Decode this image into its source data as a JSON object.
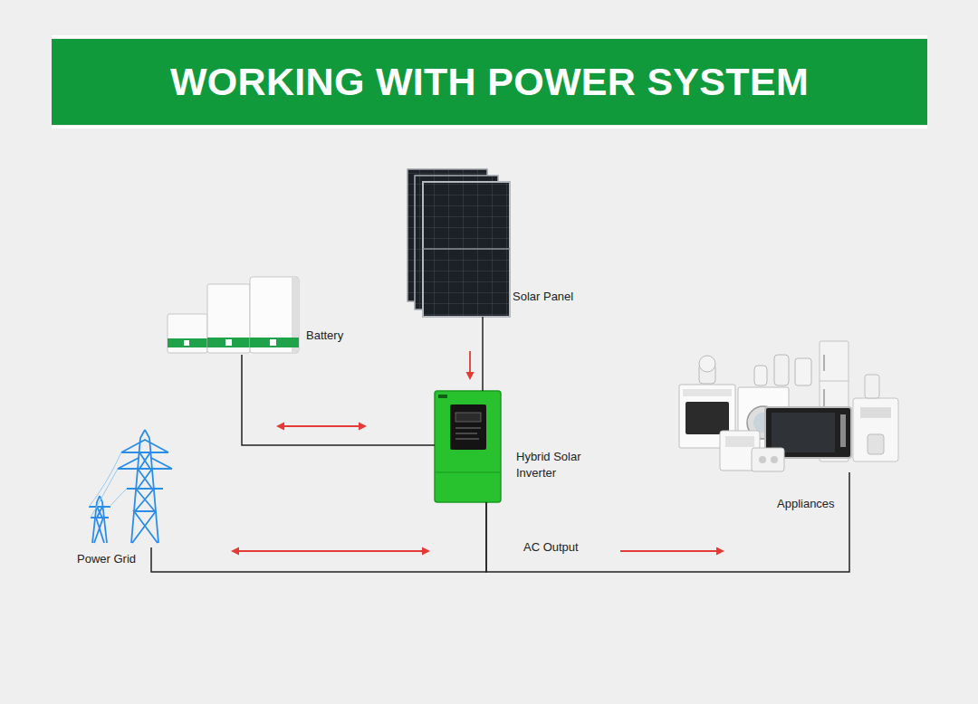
{
  "diagram": {
    "title": "WORKING WITH POWER SYSTEM",
    "nodes": [
      {
        "text": [
          "Solar Panel"
        ]
      },
      {
        "text": [
          "Battery"
        ]
      },
      {
        "text": [
          "Hybrid Solar Inverter"
        ]
      },
      {
        "text": [
          "Appliances"
        ]
      },
      {
        "text": [
          "Power Grid"
        ]
      }
    ],
    "edges": [
      {
        "from": 0,
        "to": 2,
        "arrow": "to"
      },
      {
        "from": 1,
        "to": 2,
        "arrow": "both"
      },
      {
        "from": 4,
        "to": 2,
        "arrow": "both"
      },
      {
        "from": 2,
        "to": 3,
        "label": "AC Output",
        "arrow": "to"
      }
    ]
  }
}
